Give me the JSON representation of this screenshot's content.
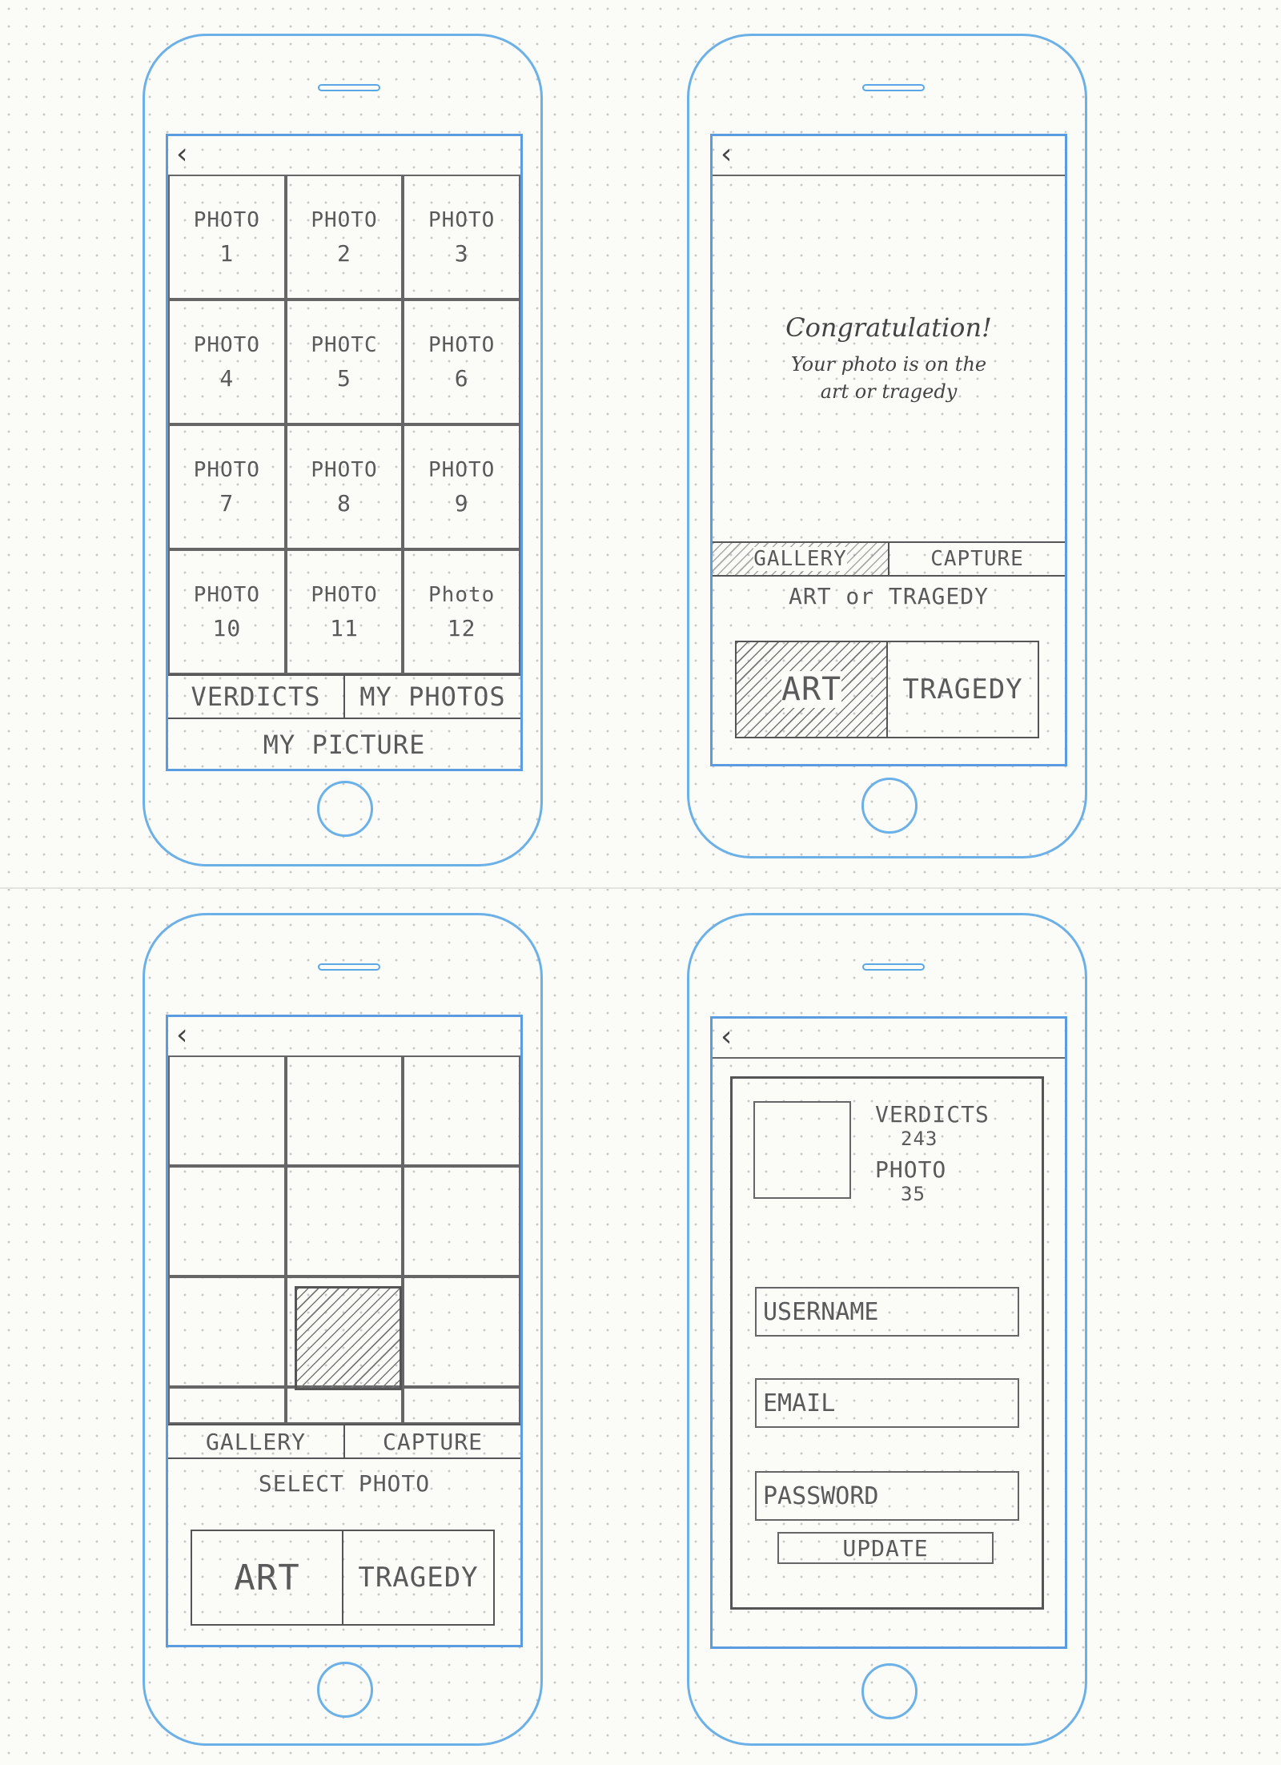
{
  "screens": {
    "my_picture": {
      "back_icon": "chevron-left-icon",
      "photos": [
        {
          "label": "PHOTO",
          "num": "1"
        },
        {
          "label": "PHOTO",
          "num": "2"
        },
        {
          "label": "PHOTO",
          "num": "3"
        },
        {
          "label": "PHOTO",
          "num": "4"
        },
        {
          "label": "PHOTC",
          "num": "5"
        },
        {
          "label": "PHOTO",
          "num": "6"
        },
        {
          "label": "PHOTO",
          "num": "7"
        },
        {
          "label": "PHOTO",
          "num": "8"
        },
        {
          "label": "PHOTO",
          "num": "9"
        },
        {
          "label": "PHOTO",
          "num": "10"
        },
        {
          "label": "PHOTO",
          "num": "11"
        },
        {
          "label": "Photo",
          "num": "12"
        }
      ],
      "tab_verdicts": "VERDICTS",
      "tab_my_photos": "MY PHOTOS",
      "title": "MY PICTURE"
    },
    "congrats": {
      "back_icon": "chevron-left-icon",
      "heading": "Congratulation!",
      "message_line1": "Your photo is on the",
      "message_line2": "art or tragedy",
      "tab_gallery": "GALLERY",
      "tab_capture": "CAPTURE",
      "title": "ART or TRAGEDY",
      "art_label": "ART",
      "tragedy_label": "TRAGEDY"
    },
    "select_photo": {
      "back_icon": "chevron-left-icon",
      "tab_gallery": "GALLERY",
      "tab_capture": "CAPTURE",
      "title": "SELECT PHOTO",
      "art_label": "ART",
      "tragedy_label": "TRAGEDY"
    },
    "profile": {
      "back_icon": "chevron-left-icon",
      "verdicts_label": "VERDICTS",
      "verdicts_count": "243",
      "photo_label": "PHOTO",
      "photo_count": "35",
      "username_placeholder": "USERNAME",
      "email_placeholder": "EMAIL",
      "password_placeholder": "PASSWORD",
      "update_label": "UPDATE"
    }
  }
}
